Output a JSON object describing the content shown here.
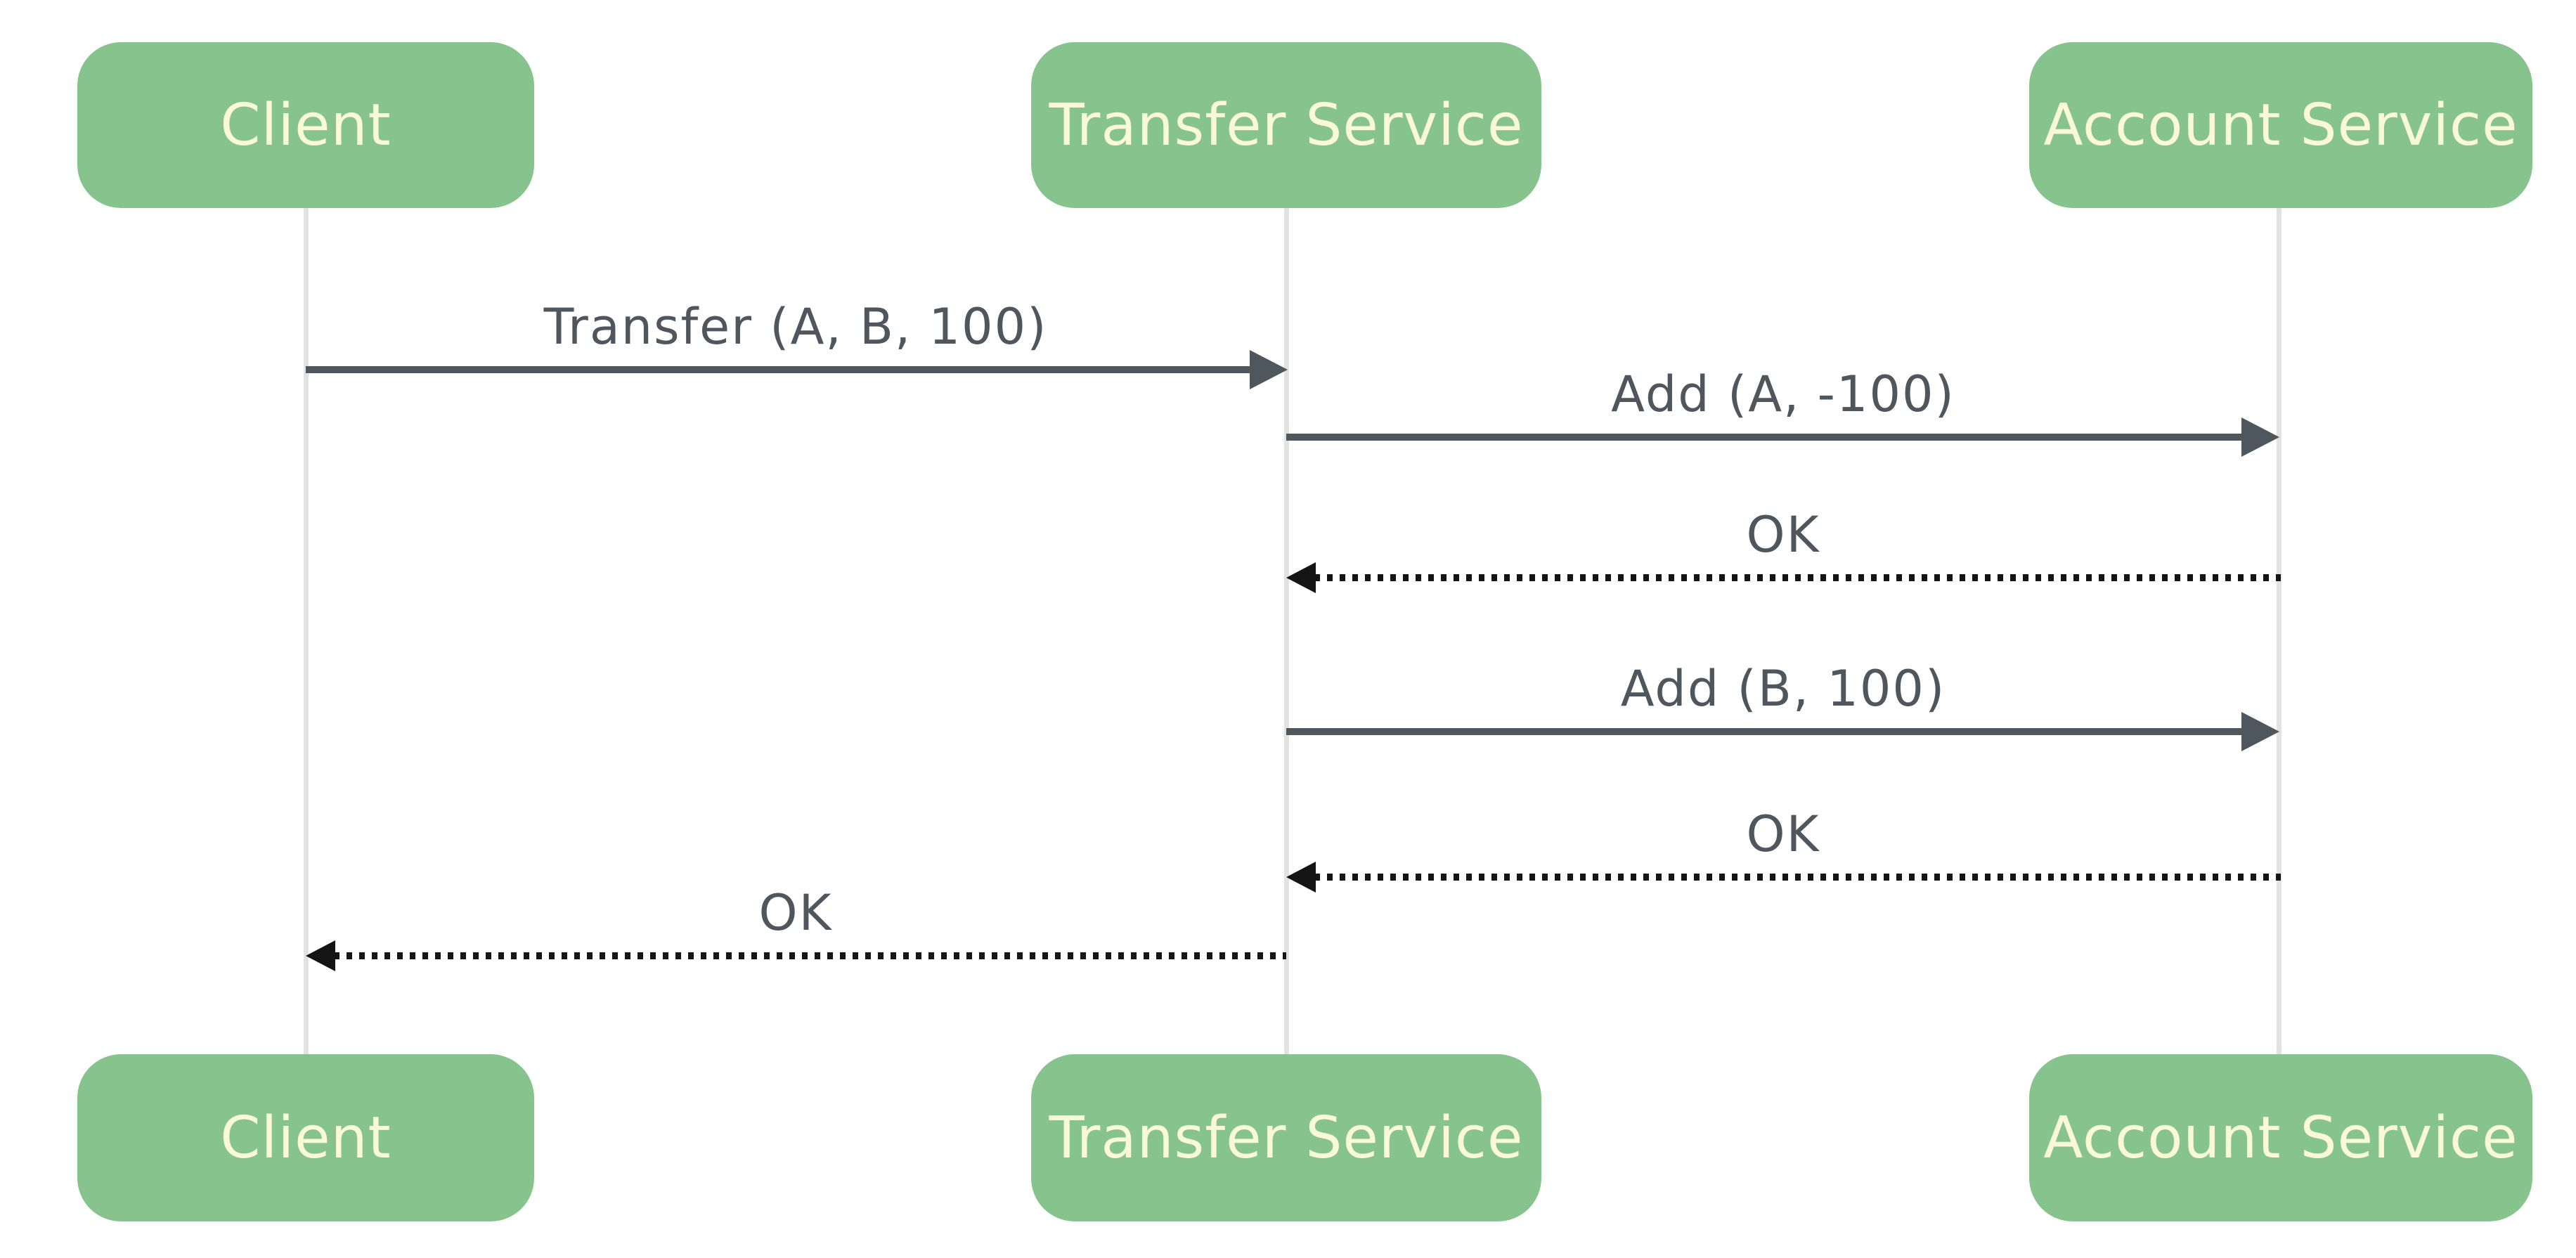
{
  "diagram": {
    "type": "sequence",
    "participants": [
      {
        "id": "client",
        "label": "Client"
      },
      {
        "id": "transfer-service",
        "label": "Transfer Service"
      },
      {
        "id": "account-service",
        "label": "Account Service"
      }
    ],
    "messages": [
      {
        "from": "Client",
        "to": "Transfer Service",
        "label": "Transfer (A, B, 100)",
        "line": "solid",
        "direction": "right"
      },
      {
        "from": "Transfer Service",
        "to": "Account Service",
        "label": "Add (A, -100)",
        "line": "solid",
        "direction": "right"
      },
      {
        "from": "Account Service",
        "to": "Transfer Service",
        "label": "OK",
        "line": "dotted",
        "direction": "left"
      },
      {
        "from": "Transfer Service",
        "to": "Account Service",
        "label": "Add (B, 100)",
        "line": "solid",
        "direction": "right"
      },
      {
        "from": "Account Service",
        "to": "Transfer Service",
        "label": "OK",
        "line": "dotted",
        "direction": "left"
      },
      {
        "from": "Transfer Service",
        "to": "Client",
        "label": "OK",
        "line": "dotted",
        "direction": "left"
      }
    ],
    "colors": {
      "background": "#ffffff",
      "actor_fill": "#87c48d",
      "actor_text": "#faf9d6",
      "message_text": "#4e565e",
      "solid_arrow": "#4e565e",
      "dotted_arrow": "#151515",
      "lifeline": "#e2e2e2"
    }
  }
}
